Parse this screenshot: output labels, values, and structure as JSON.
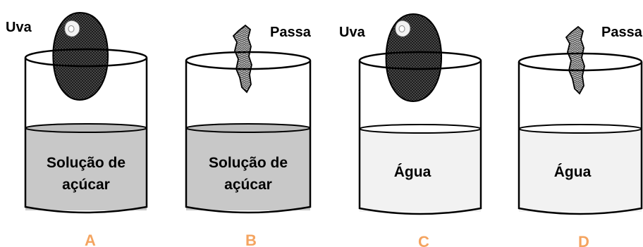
{
  "colors": {
    "sugar_solution": "#c8c8c8",
    "water": "#f2f2f2",
    "letter": "#f4a460",
    "grape": "#1c1c1c",
    "raisin": "#b3b3b3"
  },
  "beakers": [
    {
      "letter": "A",
      "fruit_label": "Uva",
      "fruit": "grape",
      "liquid_line1": "Solução de",
      "liquid_line2": "açúcar",
      "liquid": "sugar_solution"
    },
    {
      "letter": "B",
      "fruit_label": "Passa",
      "fruit": "raisin",
      "liquid_line1": "Solução de",
      "liquid_line2": "açúcar",
      "liquid": "sugar_solution"
    },
    {
      "letter": "C",
      "fruit_label": "Uva",
      "fruit": "grape",
      "liquid_line1": "Água",
      "liquid_line2": "",
      "liquid": "water"
    },
    {
      "letter": "D",
      "fruit_label": "Passa",
      "fruit": "raisin",
      "liquid_line1": "Água",
      "liquid_line2": "",
      "liquid": "water"
    }
  ]
}
